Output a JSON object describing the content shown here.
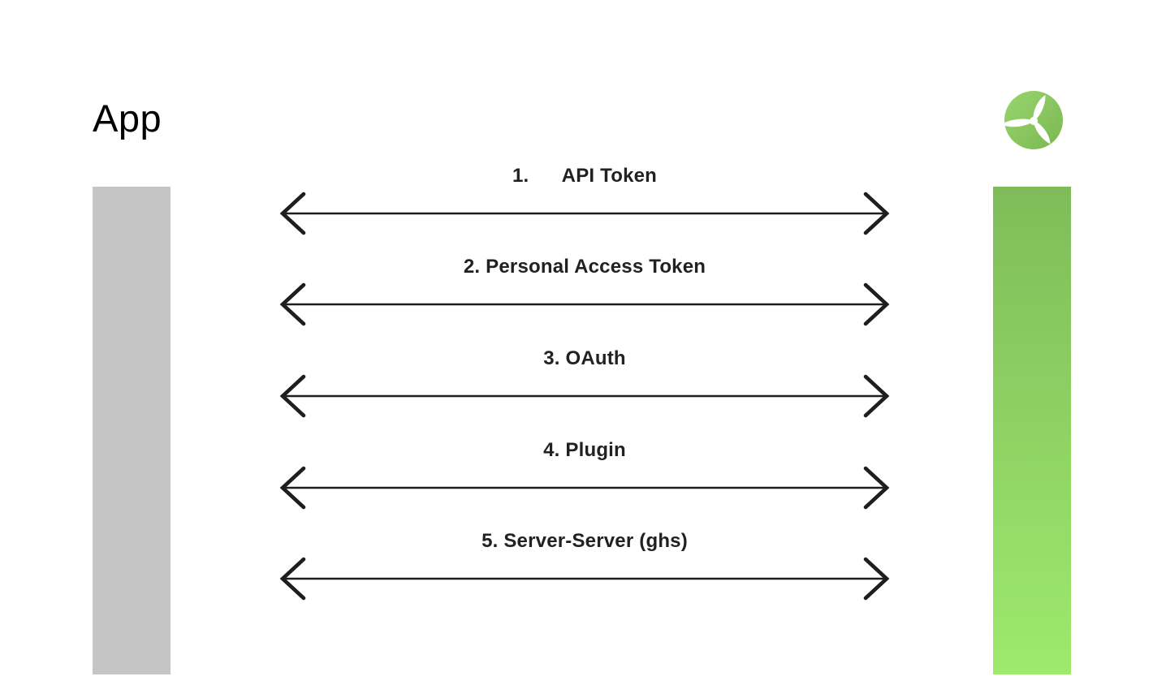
{
  "page": {
    "title": "App",
    "background": "#ffffff"
  },
  "logo": {
    "icon": "propeller-icon",
    "circle_color_top": "#98d56f",
    "circle_color_bottom": "#7cb851",
    "blade_color": "#ffffff"
  },
  "left_bar": {
    "color": "#c5c5c5"
  },
  "right_bar": {
    "gradient_top": "#7fbc59",
    "gradient_bottom": "#9ee96e"
  },
  "arrows": {
    "color": "#1e1e1e",
    "label_color": "#212121",
    "items": [
      {
        "label": "1.      API Token"
      },
      {
        "label": "2. Personal Access Token"
      },
      {
        "label": "3. OAuth"
      },
      {
        "label": "4. Plugin"
      },
      {
        "label": "5. Server-Server (ghs)"
      }
    ]
  }
}
